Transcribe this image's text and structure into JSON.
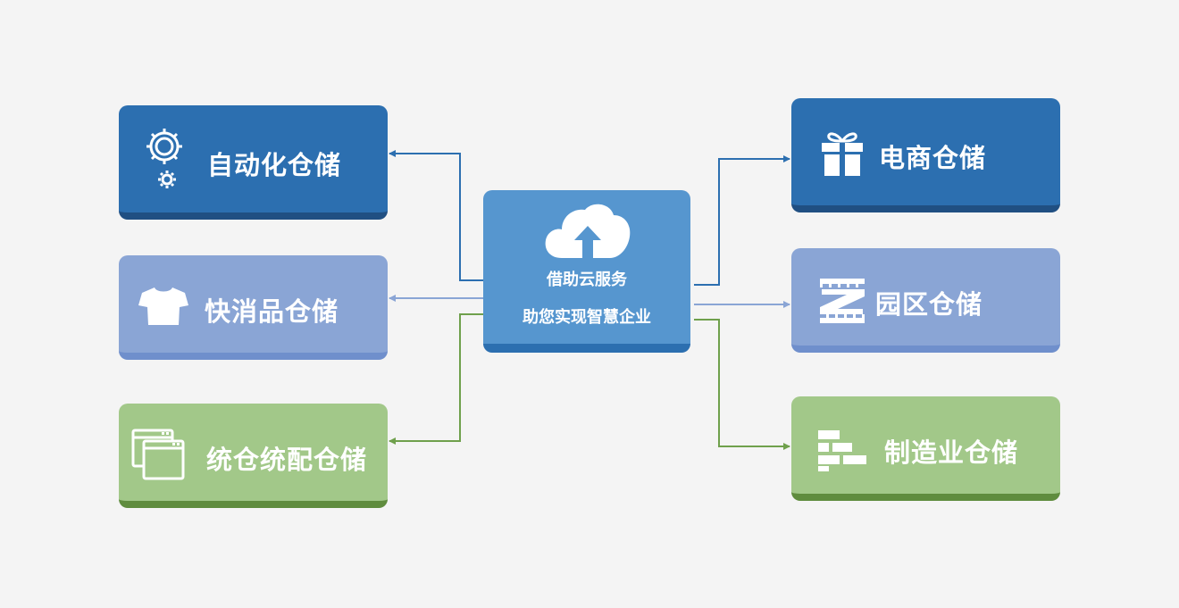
{
  "center": {
    "title": "借助云服务",
    "subtitle": "助您实现智慧企业",
    "icon": "cloud-upload-icon"
  },
  "left_boxes": [
    {
      "label": "自动化仓储",
      "icon": "gears-icon",
      "color": "#2c6fb0"
    },
    {
      "label": "快消品仓储",
      "icon": "tshirt-icon",
      "color": "#8aa5d5"
    },
    {
      "label": "统仓统配仓储",
      "icon": "windows-icon",
      "color": "#a2c889"
    }
  ],
  "right_boxes": [
    {
      "label": "电商仓储",
      "icon": "gift-icon",
      "color": "#2c6fb0"
    },
    {
      "label": "园区仓储",
      "icon": "z-ruler-icon",
      "color": "#8aa5d5"
    },
    {
      "label": "制造业仓储",
      "icon": "bricks-icon",
      "color": "#a2c889"
    }
  ],
  "colors": {
    "dark_blue": "#2c6fb0",
    "light_blue": "#8aa5d5",
    "green": "#a2c889",
    "background": "#f4f4f4"
  }
}
